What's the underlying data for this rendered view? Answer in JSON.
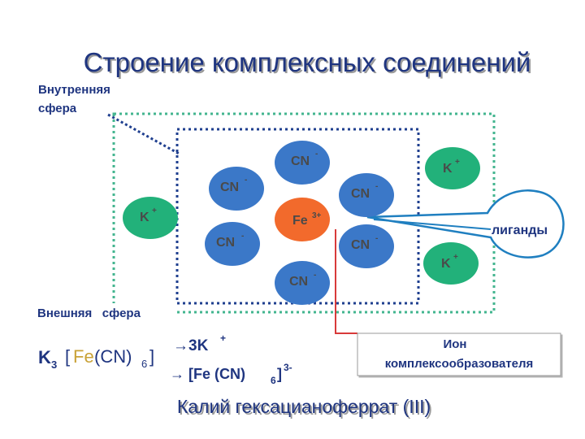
{
  "title": "Строение комплексных соединений",
  "labels": {
    "inner_sphere_line1": "Внутренняя",
    "inner_sphere_line2": "сфера",
    "outer_sphere": "Внешняя   сфера",
    "ligands": "лиганды",
    "ion_line1": "Ион",
    "ion_line2": "комплексообразователя",
    "compound_name": "Калий гексацианоферрат (III)"
  },
  "ions": {
    "cn": "CN",
    "cn_charge": "-",
    "k": "K",
    "k_charge": "+",
    "fe": "Fe",
    "fe_charge": "3+"
  },
  "formula": {
    "k": "K",
    "k_sub": "3",
    "open": "[",
    "fe": "Fe",
    "cn": "(CN)",
    "cn_sub": "6",
    "close": "]",
    "arrow1": "→3K",
    "arrow1_charge": "+",
    "arrow2": "→ [Fe (CN)",
    "arrow2_sub": "6",
    "arrow2_close": "]",
    "arrow2_charge": "3-"
  },
  "colors": {
    "cn_fill": "#3b78c8",
    "k_fill": "#22b17a",
    "fe_fill": "#f26a2c",
    "outer_border": "#43b58f",
    "inner_border": "#1f3f8f",
    "callout": "#1f7fc0",
    "ion_callout": "#d83a3a",
    "fe_formula": "#c9a237"
  }
}
